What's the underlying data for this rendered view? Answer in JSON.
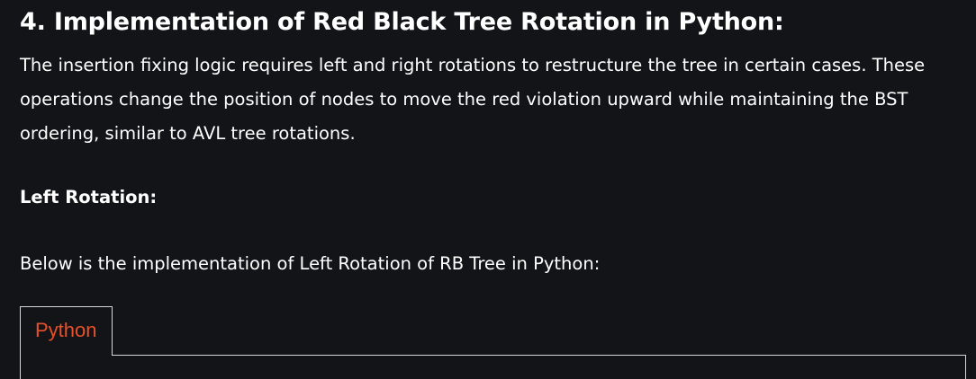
{
  "article": {
    "heading": "4. Implementation of Red Black Tree Rotation in Python:",
    "intro": "The insertion fixing logic requires left and right rotations to restructure the tree in certain cases. These operations change the position of nodes to move the red violation upward while maintaining the BST ordering, similar to AVL tree rotations.",
    "subheading": "Left Rotation:",
    "caption": "Below is the implementation of Left Rotation of RB Tree in Python:"
  },
  "code_tabs": {
    "tabs": [
      {
        "label": "Python"
      }
    ],
    "active_color": "#e8502a"
  },
  "colors": {
    "background": "#131417",
    "text": "#ffffff",
    "border": "#d7d7d7"
  }
}
